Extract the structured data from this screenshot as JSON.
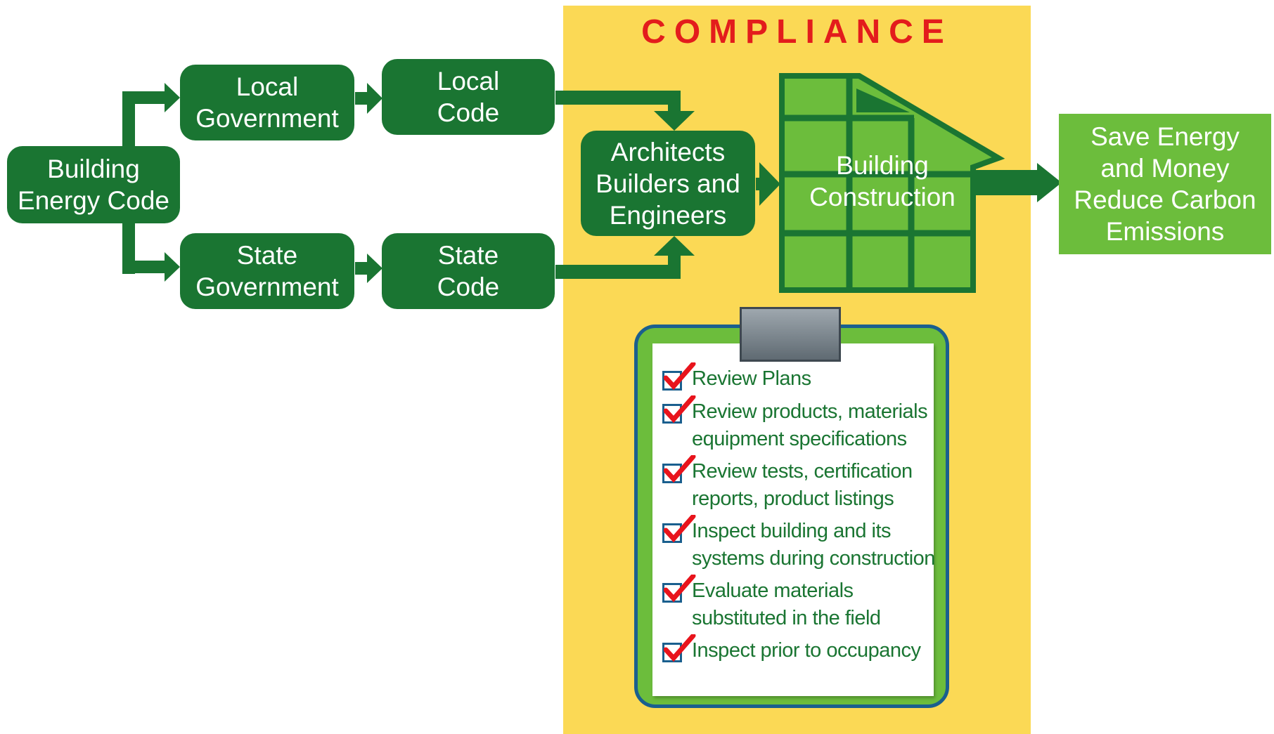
{
  "title": "COMPLIANCE",
  "boxes": {
    "building_energy_code": "Building\nEnergy Code",
    "local_government": "Local\nGovernment",
    "local_code": "Local\nCode",
    "state_government": "State\nGovernment",
    "state_code": "State\nCode",
    "architects": "Architects\nBuilders and\nEngineers",
    "building_construction": "Building\nConstruction",
    "outcome": "Save Energy\nand Money\nReduce Carbon\nEmissions"
  },
  "checklist": [
    "Review Plans",
    "Review products, materials\nequipment specifications",
    "Review tests, certification\nreports, product listings",
    "Inspect building and its\nsystems during construction",
    "Evaluate materials\nsubstituted in the field",
    "Inspect prior to occupancy"
  ],
  "colors": {
    "dark_green": "#1a7532",
    "light_green": "#6cbd3c",
    "panel_yellow": "#fbd955",
    "title_red": "#e31c1c",
    "check_red": "#e8141c",
    "checkbox_blue": "#1a5f8e"
  }
}
